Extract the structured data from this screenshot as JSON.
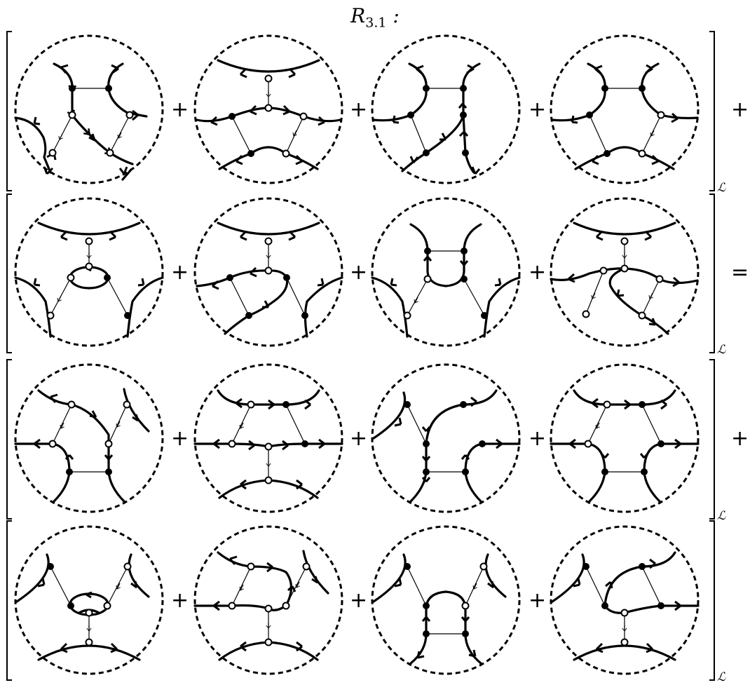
{
  "title": {
    "main": "R",
    "subscript": "3.1",
    "suffix": " :"
  },
  "bracket_label": "ℒ",
  "rows": [
    {
      "plus_signs": [
        "+",
        "+",
        "+"
      ],
      "trailing_op": "+"
    },
    {
      "plus_signs": [
        "+",
        "+",
        "+"
      ],
      "trailing_op": "="
    },
    {
      "plus_signs": [
        "+",
        "+",
        "+"
      ],
      "trailing_op": "+"
    },
    {
      "plus_signs": [
        "+",
        "+",
        "+"
      ],
      "trailing_op": ""
    }
  ],
  "colors": {
    "ink": "#000000",
    "background": "#ffffff"
  }
}
